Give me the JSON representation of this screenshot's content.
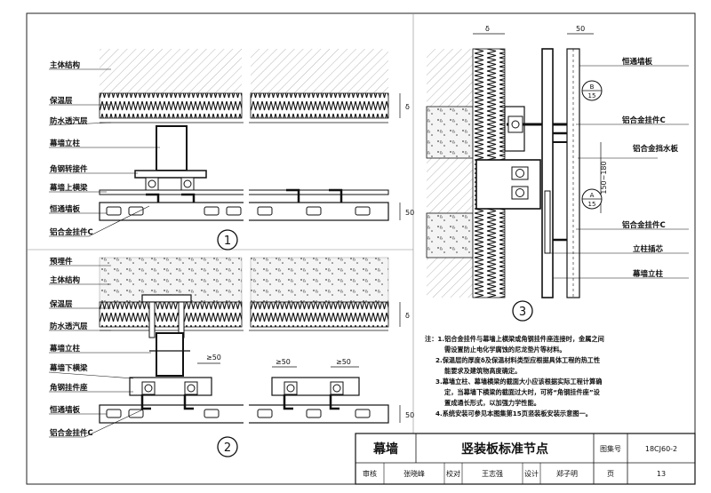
{
  "detail1": {
    "number": "1",
    "labels": [
      "主体结构",
      "保温层",
      "防水透汽层",
      "幕墙立柱",
      "角钢转接件",
      "幕墙上横梁",
      "恒通墙板",
      "铝合金挂件C"
    ],
    "dim_thickness": "δ",
    "dim_panel": "50"
  },
  "detail2": {
    "number": "2",
    "labels": [
      "预埋件",
      "主体结构",
      "保温层",
      "防水透汽层",
      "幕墙立柱",
      "幕墙下横梁",
      "角钢挂件座",
      "恒通墙板",
      "铝合金挂件C"
    ],
    "dim_thickness": "δ",
    "dim_panel": "50",
    "dim_spacing_a": "≥50",
    "dim_spacing_b": "≥50",
    "dim_spacing_c": "≥50"
  },
  "detail3": {
    "number": "3",
    "dim_thickness": "δ",
    "dim_panel": "50",
    "dim_range": "150~180",
    "callout_b": {
      "letter": "B",
      "page": "15"
    },
    "callout_a": {
      "letter": "A",
      "page": "15"
    },
    "labels": [
      "恒通墙板",
      "铝合金挂件C",
      "铝合金挡水板",
      "铝合金挂件C",
      "立柱插芯",
      "幕墙立柱"
    ]
  },
  "notes": [
    "注：1.铝合金挂件与幕墙上横梁或角钢挂件座连接时，金属之间",
    "需设置防止电化学腐蚀的尼龙垫片等材料。",
    "2.保温层的厚度δ及保温材料类型应根据具体工程的热工性",
    "能要求及建筑物高度确定。",
    "3.幕墙立柱、幕墙横梁的截面大小应该根据实际工程计算确",
    "定，当幕墙下横梁的截面过大时，可将“角钢挂件座”设",
    "置成通长形式，以加强力学性能。",
    "4.系统安装可参见本图集第15页竖装板安装示意图一。"
  ],
  "title_block": {
    "main": "幕墙",
    "sub": "竖装板标准节点",
    "atlas_label": "图集号",
    "atlas_no": "18CJ60-2",
    "review": "审核",
    "reviewer": "张晓峰",
    "check": "校对",
    "checker": "王志强",
    "design": "设计",
    "designer": "郑子明",
    "page_label": "页",
    "page_no": "13"
  }
}
